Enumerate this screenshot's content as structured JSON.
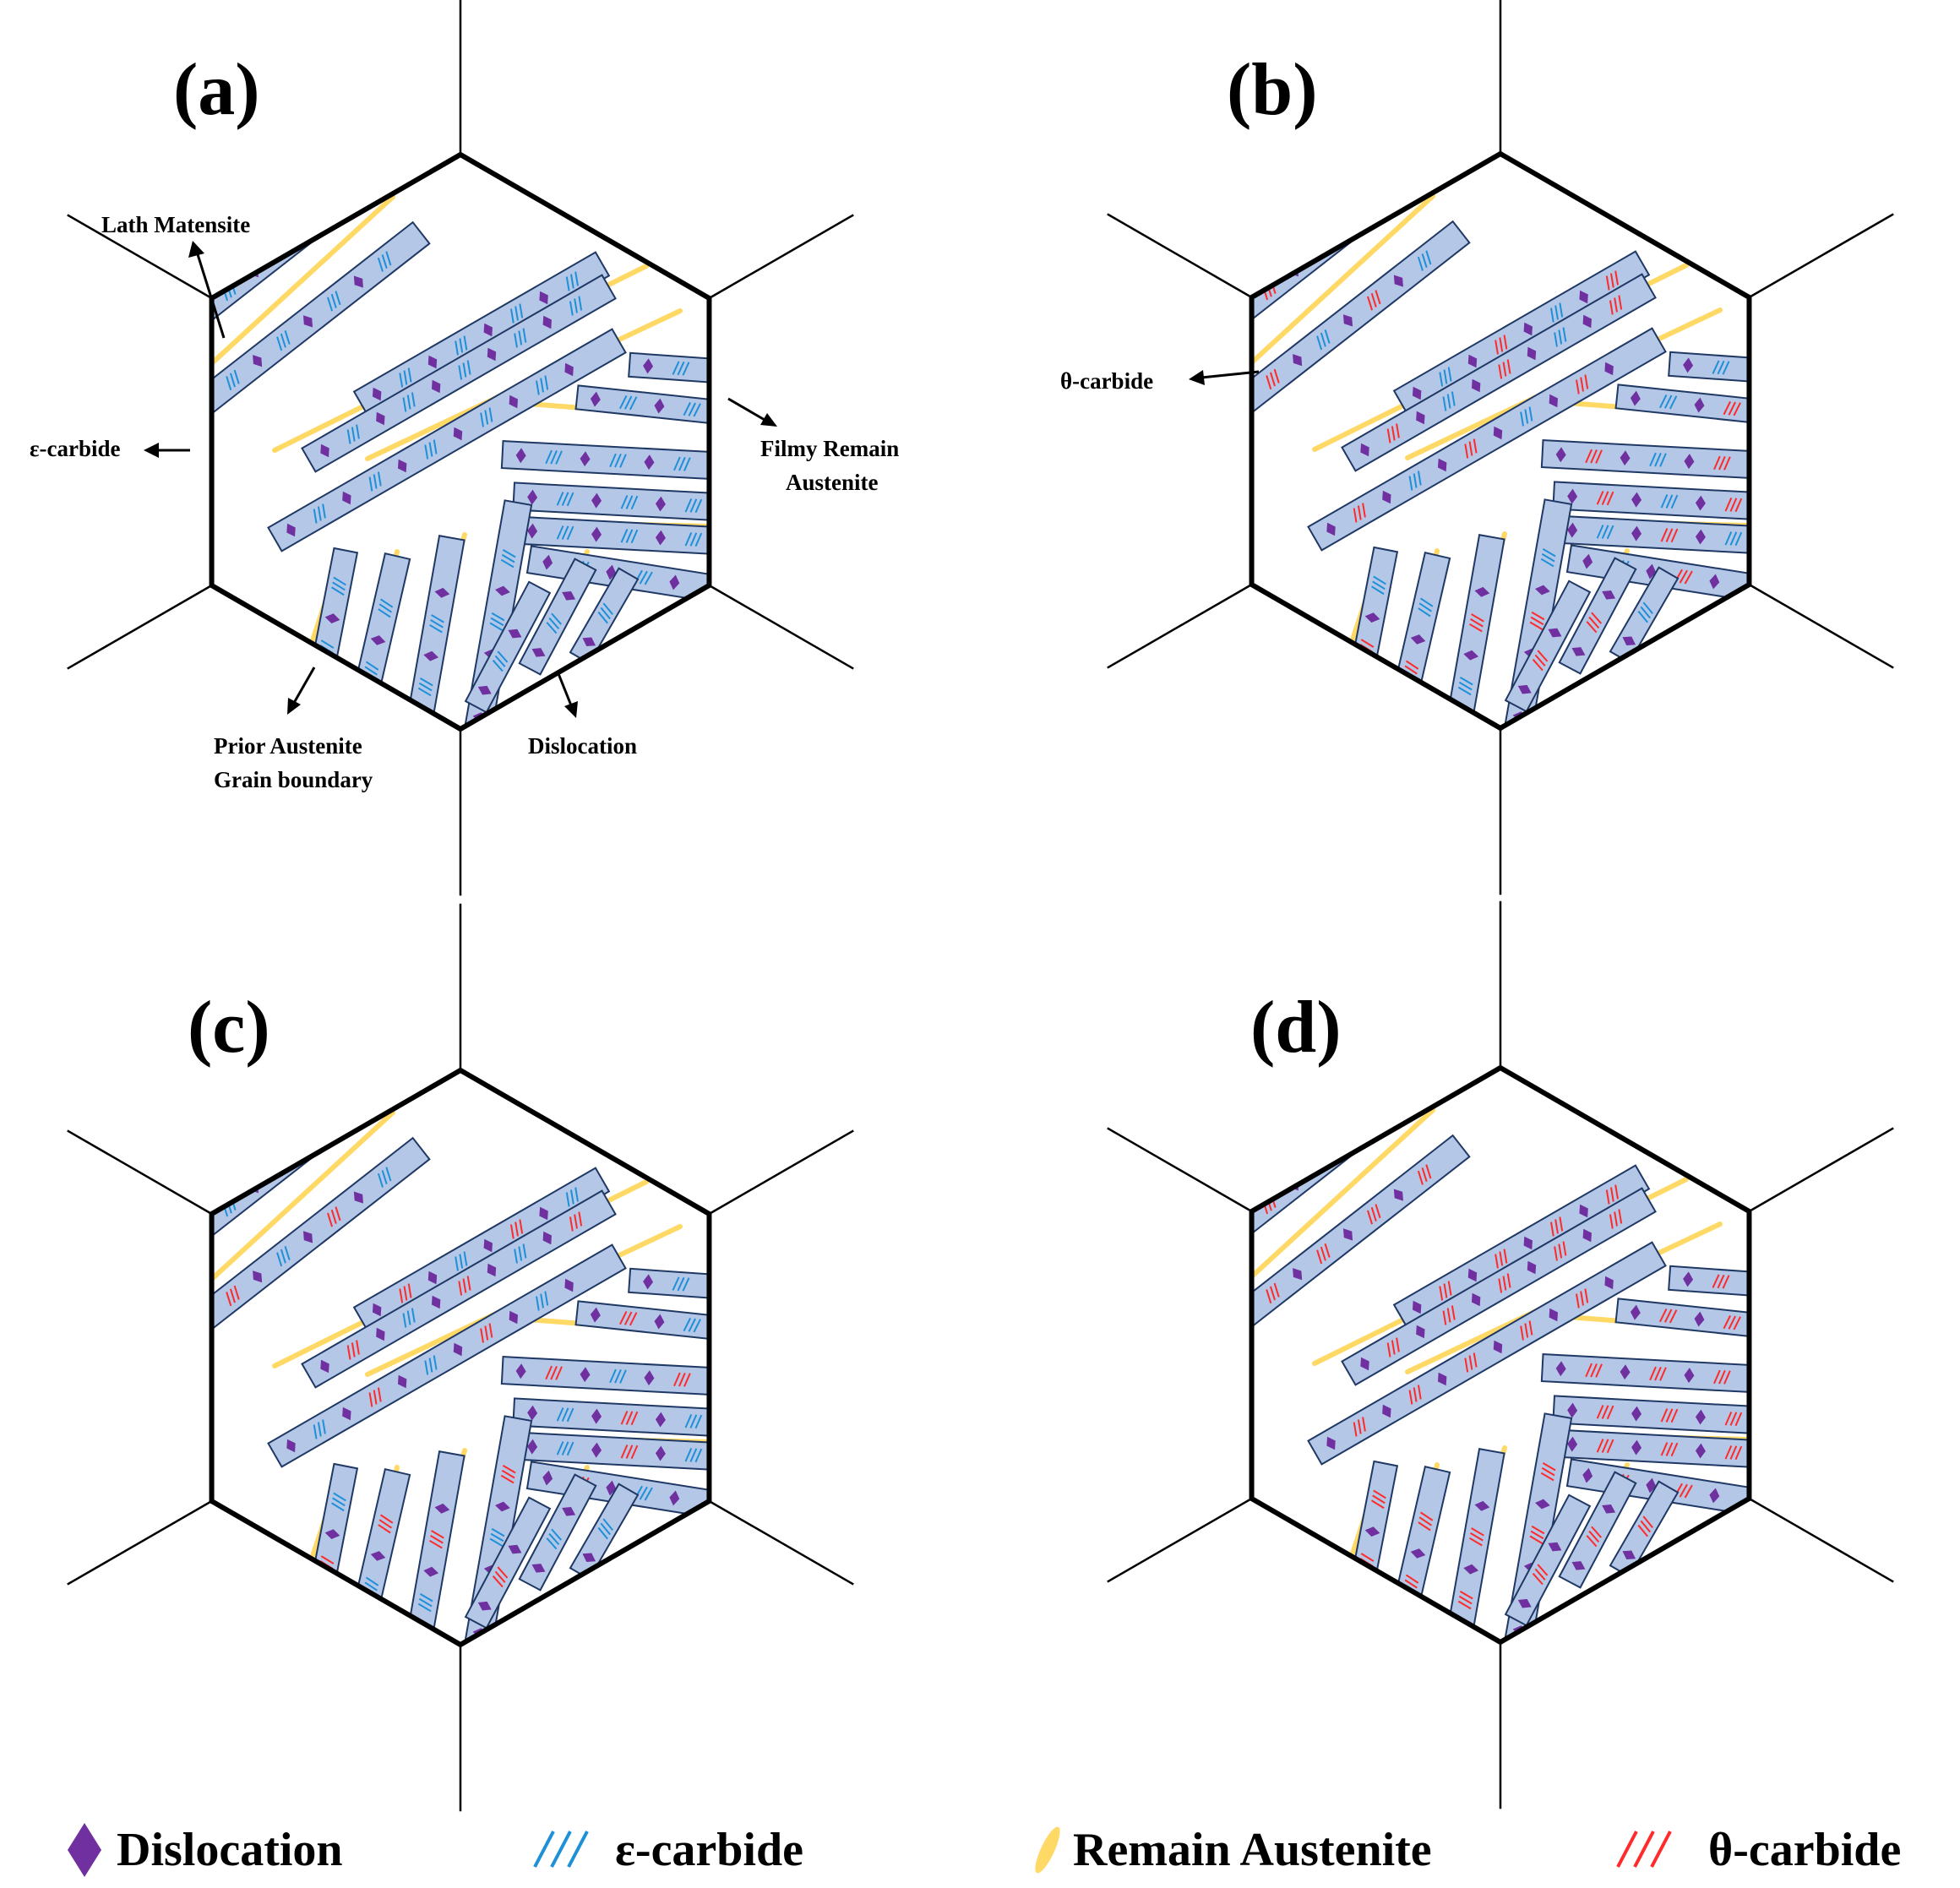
{
  "panels": [
    {
      "letter": "(a)",
      "carbide": "epsilon"
    },
    {
      "letter": "(b)",
      "carbide": "mixed"
    },
    {
      "letter": "(c)",
      "carbide": "mixed"
    },
    {
      "letter": "(d)",
      "carbide": "theta"
    }
  ],
  "annotations": {
    "lath_martensite": "Lath Matensite",
    "epsilon_carbide": "ε-carbide",
    "filmy_line1": "Filmy Remain",
    "filmy_line2": "Austenite",
    "pagb_line1": "Prior Austenite",
    "pagb_line2": "Grain boundary",
    "dislocation": "Dislocation",
    "theta_carbide": "θ-carbide"
  },
  "legend": {
    "dislocation": "Dislocation",
    "epsilon_carbide": "ε-carbide",
    "remain_austenite": "Remain Austenite",
    "theta_carbide": "θ-carbide"
  },
  "colors": {
    "lath_fill": "#b4c7e7",
    "lath_stroke": "#1f3864",
    "dislocation": "#7030a0",
    "epsilon_carbide": "#1e90d8",
    "theta_carbide": "#ff2a2a",
    "remain_austenite": "#ffd966",
    "grain_boundary": "#000000"
  }
}
